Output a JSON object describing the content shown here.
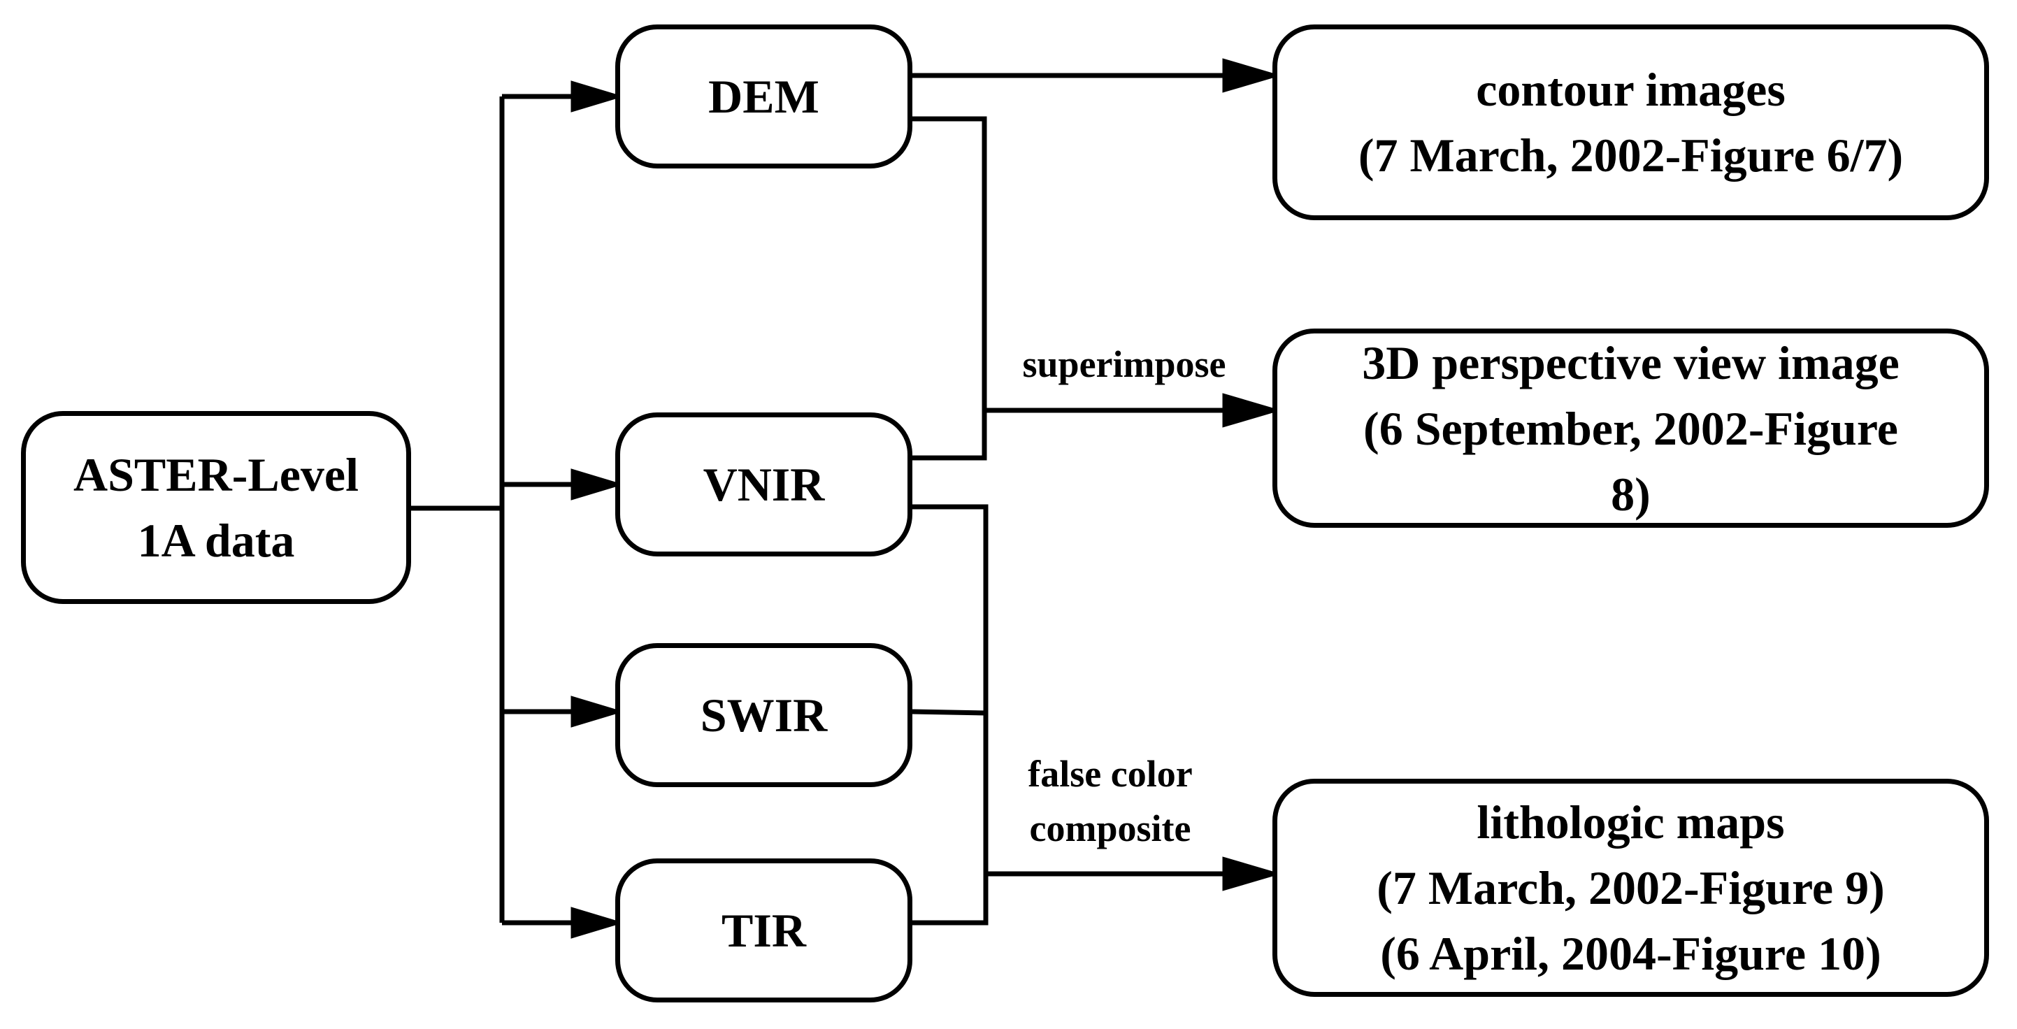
{
  "nodes": {
    "source": {
      "lines": [
        "ASTER-Level",
        "1A data"
      ]
    },
    "dem": {
      "lines": [
        "DEM"
      ]
    },
    "vnir": {
      "lines": [
        "VNIR"
      ]
    },
    "swir": {
      "lines": [
        "SWIR"
      ]
    },
    "tir": {
      "lines": [
        "TIR"
      ]
    },
    "contour": {
      "lines": [
        "contour images",
        "(7 March, 2002-Figure 6/7)"
      ]
    },
    "perspective": {
      "lines": [
        "3D perspective view image",
        "(6 September, 2002-Figure",
        "8)"
      ]
    },
    "lithologic": {
      "lines": [
        "lithologic maps",
        "(7 March, 2002-Figure 9)",
        "(6 April, 2004-Figure 10)"
      ]
    }
  },
  "edge_labels": {
    "superimpose": {
      "lines": [
        "superimpose"
      ]
    },
    "false_color": {
      "lines": [
        "false color",
        "composite"
      ]
    }
  }
}
